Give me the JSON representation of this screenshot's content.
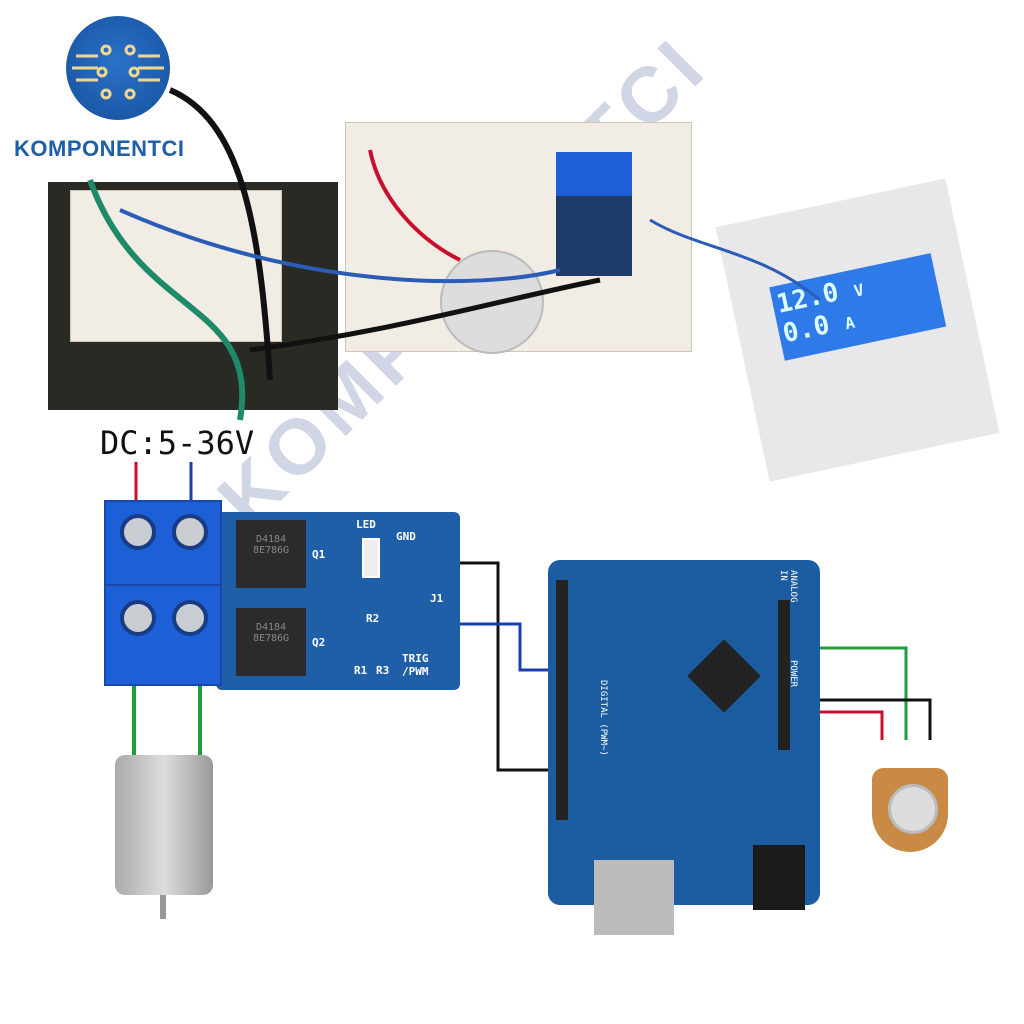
{
  "logo": {
    "text": "KOMPONENTCI",
    "colors": {
      "circle": "#1d5fa8",
      "traces": "#f0d890"
    }
  },
  "supply_label": "DC:5-36V",
  "module": {
    "led_label": "LED",
    "gnd_label": "GND",
    "j1_label": "J1",
    "trig_label": "TRIG",
    "pwm_label": "/PWM",
    "r1": "R1",
    "r2": "R2",
    "r3": "R3",
    "q1": "Q1",
    "q2": "Q2",
    "mosfet_marking_1": "D4184",
    "mosfet_marking_2": "8E786G"
  },
  "lcd": {
    "voltage": "12.0",
    "current": "0.0",
    "unit_v": "V",
    "unit_a": "A"
  },
  "arduino": {
    "digital_label": "DIGITAL (PWM~)",
    "power_label": "POWER",
    "analog_label": "ANALOG IN"
  },
  "watermark": "KOMPONENTCI",
  "wire_colors": {
    "red": "#c8102e",
    "blue": "#1b3fa8",
    "green": "#1f9d3a",
    "black": "#111111"
  }
}
